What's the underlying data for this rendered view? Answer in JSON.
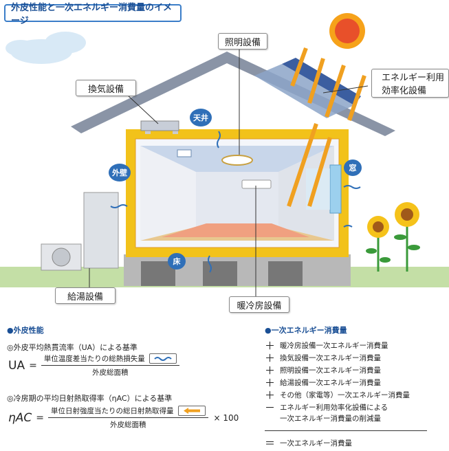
{
  "title": "外皮性能と一次エネルギー消費量のイメージ",
  "labels": {
    "lighting": "照明設備",
    "ventilation": "換気設備",
    "renewable_line1": "エネルギー利用",
    "renewable_line2": "効率化設備",
    "hot_water": "給湯設備",
    "hvac": "暖冷房設備"
  },
  "bubbles": {
    "ceiling": "天井",
    "wall": "外壁",
    "window": "窓",
    "floor": "床"
  },
  "envelope": {
    "heading": "●外皮性能",
    "ua_desc": "◎外皮平均熱貫流率（UA）による基準",
    "ua_symbol": "UA",
    "ua_numerator": "単位温度差当たりの総熱損失量",
    "ua_denominator": "外皮総面積",
    "eta_desc": "◎冷房期の平均日射熱取得率（ηAC）による基準",
    "eta_symbol": "ηAC",
    "eta_numerator": "単位日射強度当たりの総日射熱取得量",
    "eta_denominator": "外皮総面積",
    "eta_multiplier": "× 100",
    "equals": "="
  },
  "energy": {
    "heading": "●一次エネルギー消費量",
    "items": [
      {
        "sym": "＋",
        "text": "暖冷房設備一次エネルギー消費量"
      },
      {
        "sym": "＋",
        "text": "換気設備一次エネルギー消費量"
      },
      {
        "sym": "＋",
        "text": "照明設備一次エネルギー消費量"
      },
      {
        "sym": "＋",
        "text": "給湯設備一次エネルギー消費量"
      },
      {
        "sym": "＋",
        "text": "その他（家電等）一次エネルギー消費量"
      },
      {
        "sym": "－",
        "text": "エネルギー利用効率化設備による"
      },
      {
        "sym": "",
        "text": "一次エネルギー消費量の削減量"
      }
    ],
    "total_sym": "＝",
    "total_text": "一次エネルギー消費量"
  },
  "colors": {
    "accent_blue": "#2f6fb8",
    "insulation_yellow": "#f2c21a",
    "sun_arrow": "#f0a020",
    "roof_gray": "#8a94a6"
  }
}
